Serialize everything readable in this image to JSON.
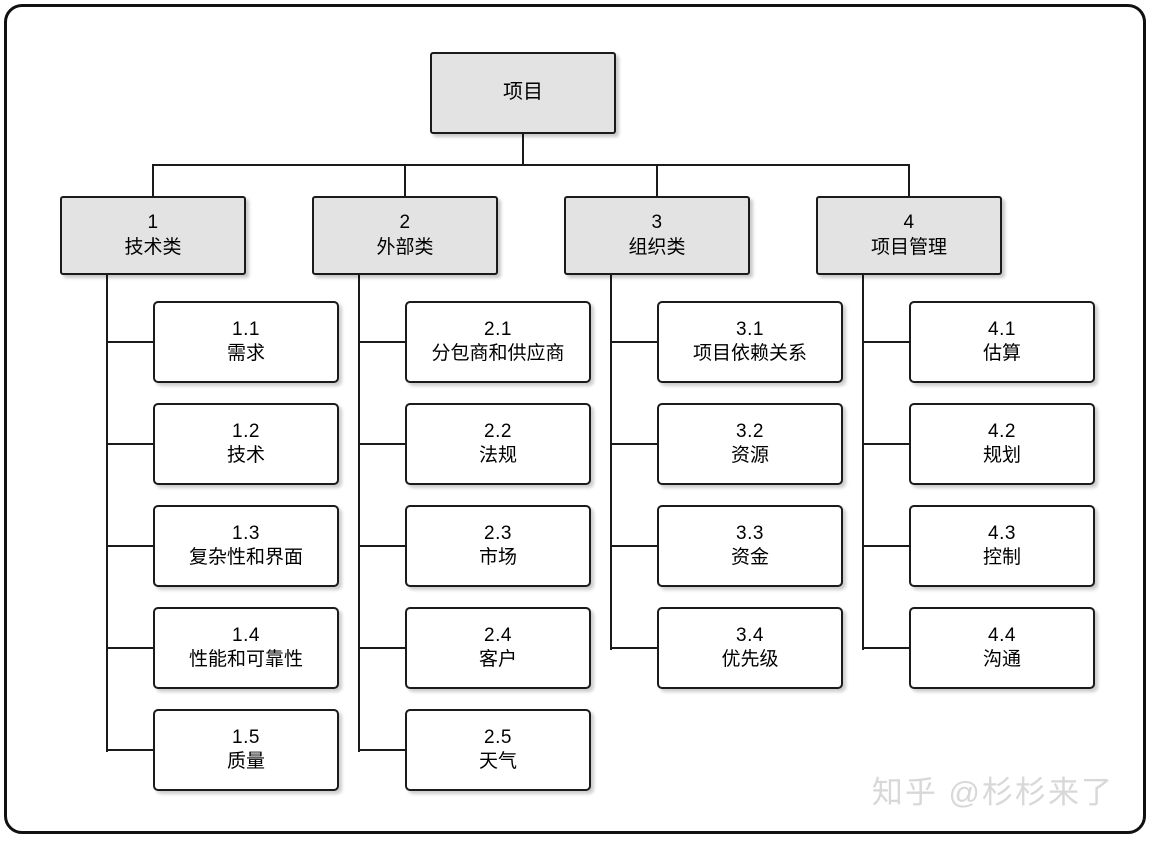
{
  "diagram": {
    "type": "tree",
    "title_node": {
      "label": "项目"
    },
    "categories": [
      {
        "num": "1",
        "label": "技术类",
        "children": [
          {
            "num": "1.1",
            "label": "需求"
          },
          {
            "num": "1.2",
            "label": "技术"
          },
          {
            "num": "1.3",
            "label": "复杂性和界面"
          },
          {
            "num": "1.4",
            "label": "性能和可靠性"
          },
          {
            "num": "1.5",
            "label": "质量"
          }
        ]
      },
      {
        "num": "2",
        "label": "外部类",
        "children": [
          {
            "num": "2.1",
            "label": "分包商和供应商"
          },
          {
            "num": "2.2",
            "label": "法规"
          },
          {
            "num": "2.3",
            "label": "市场"
          },
          {
            "num": "2.4",
            "label": "客户"
          },
          {
            "num": "2.5",
            "label": "天气"
          }
        ]
      },
      {
        "num": "3",
        "label": "组织类",
        "children": [
          {
            "num": "3.1",
            "label": "项目依赖关系"
          },
          {
            "num": "3.2",
            "label": "资源"
          },
          {
            "num": "3.3",
            "label": "资金"
          },
          {
            "num": "3.4",
            "label": "优先级"
          }
        ]
      },
      {
        "num": "4",
        "label": "项目管理",
        "children": [
          {
            "num": "4.1",
            "label": "估算"
          },
          {
            "num": "4.2",
            "label": "规划"
          },
          {
            "num": "4.3",
            "label": "控制"
          },
          {
            "num": "4.4",
            "label": "沟通"
          }
        ]
      }
    ]
  },
  "watermark": {
    "text": "知乎 @杉杉来了"
  },
  "colors": {
    "node_fill_category": "#e3e3e3",
    "node_fill_leaf": "#ffffff",
    "node_border": "#1b1b1b",
    "connector": "#1b1b1b",
    "frame": "#111111",
    "watermark": "#d8d8d8",
    "background": "#ffffff"
  }
}
